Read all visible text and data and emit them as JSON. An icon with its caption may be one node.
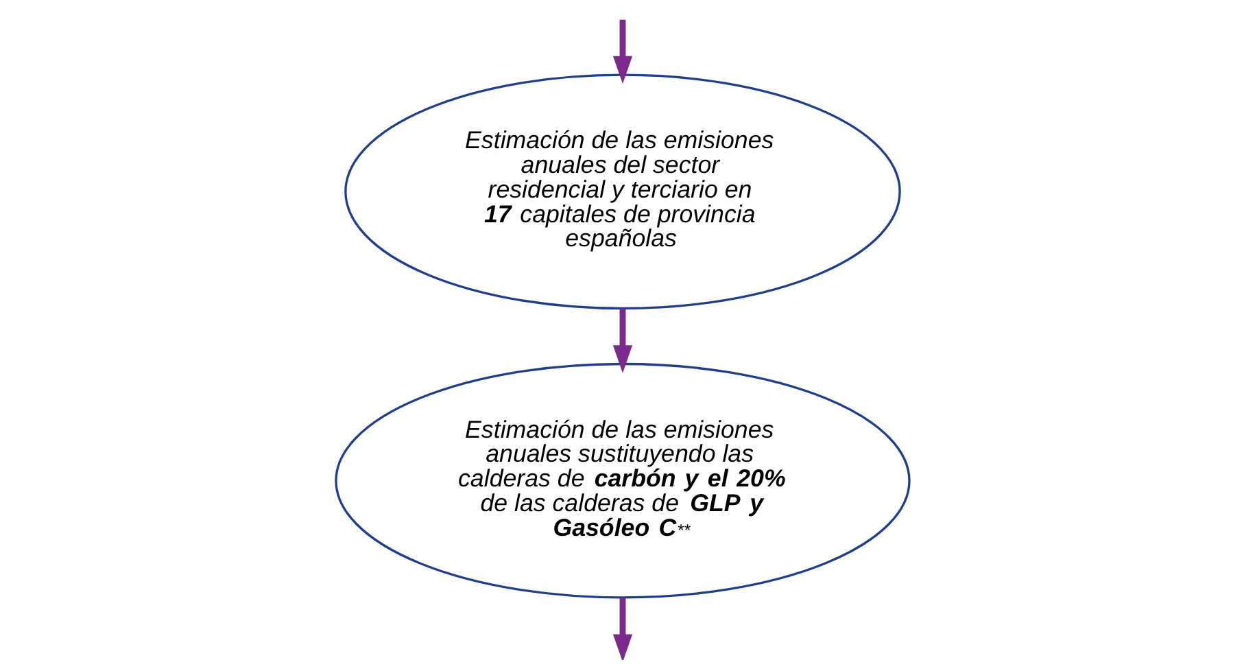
{
  "diagram": {
    "nodes": [
      {
        "text": [
          "Estimación de las emisiones anuales del sector residencial y terciario en **17** capitales de provincia españolas"
        ]
      },
      {
        "text": [
          "Estimación de las emisiones anuales sustituyendo las calderas de **carbón y el 20%** de las calderas de **GLP y Gasóleo C**$^{**}$"
        ]
      }
    ],
    "edges": [
      {
        "from": null,
        "to": 0,
        "arrow": "to",
        "color": "#7b2a8c"
      },
      {
        "from": 0,
        "to": 1,
        "arrow": "to",
        "color": "#7b2a8c"
      },
      {
        "from": 1,
        "to": null,
        "arrow": "to",
        "color": "#7b2a8c"
      }
    ]
  }
}
